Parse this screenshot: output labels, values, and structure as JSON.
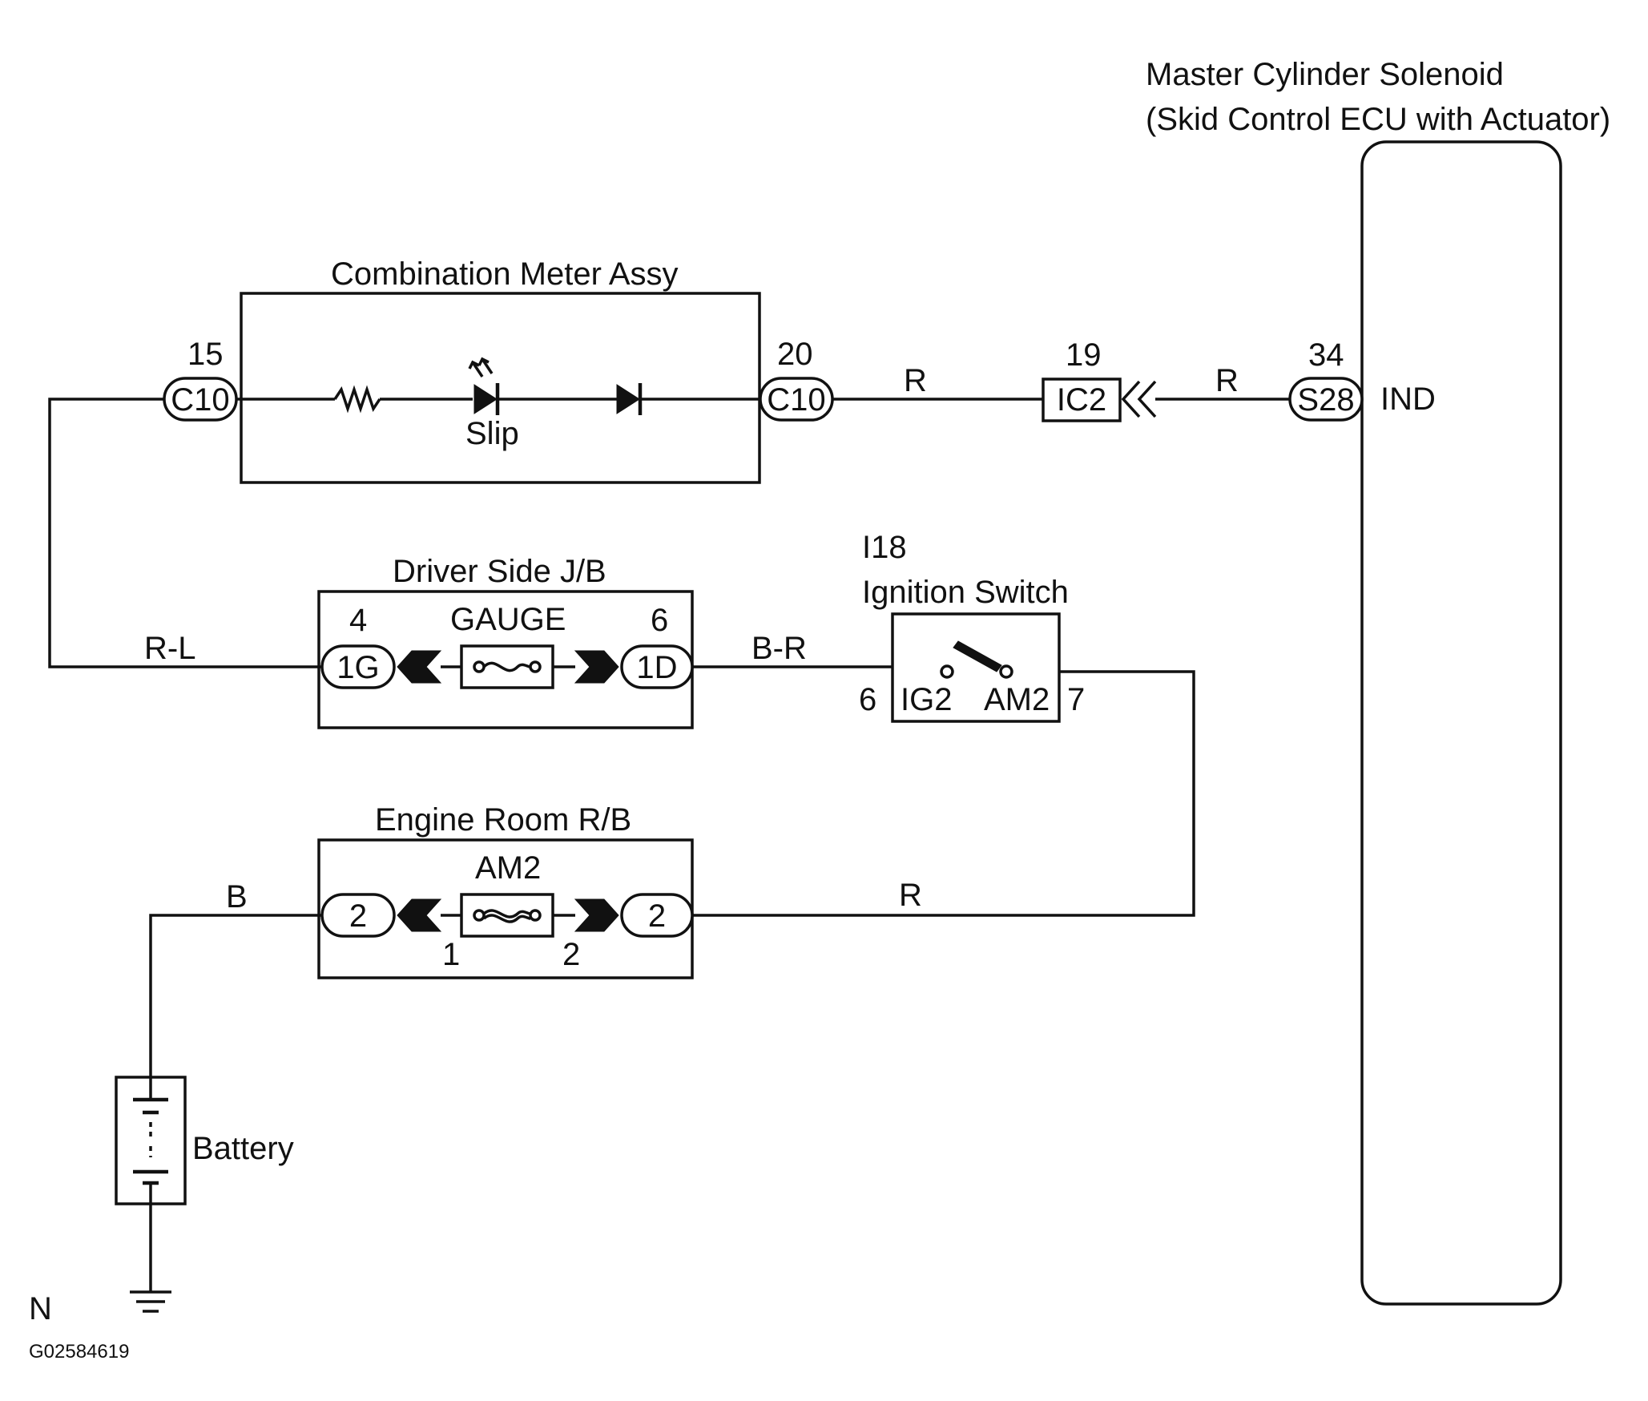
{
  "colors": {
    "ink": "#111111",
    "background": "#ffffff"
  },
  "ecu": {
    "title_line1": "Master Cylinder Solenoid",
    "title_line2": "(Skid Control ECU with Actuator)",
    "pin_label": "IND"
  },
  "combination_meter": {
    "title": "Combination Meter Assy",
    "left_pin_number": "15",
    "left_connector": "C10",
    "right_pin_number": "20",
    "right_connector": "C10",
    "indicator_label": "Slip"
  },
  "wires": {
    "meter_to_ic2": "R",
    "ic2_to_ecu": "R",
    "jb_to_meter": "R-L",
    "jb_to_ignition": "B-R",
    "rb_to_ignition": "R",
    "battery_to_rb": "B"
  },
  "junction_ic2": {
    "pin_number": "19",
    "connector": "IC2"
  },
  "ecu_connector": {
    "pin_number": "34",
    "connector": "S28"
  },
  "driver_jb": {
    "title": "Driver Side J/B",
    "fuse_label": "GAUGE",
    "left_pin_number": "4",
    "left_connector": "1G",
    "right_pin_number": "6",
    "right_connector": "1D"
  },
  "ignition_switch": {
    "id": "I18",
    "title": "Ignition Switch",
    "left_pin_number": "6",
    "left_terminal": "IG2",
    "right_terminal": "AM2",
    "right_pin_number": "7"
  },
  "engine_rb": {
    "title": "Engine Room R/B",
    "fuse_label": "AM2",
    "left_connector": "2",
    "right_connector": "2",
    "fuse_pin_left": "1",
    "fuse_pin_right": "2"
  },
  "battery": {
    "label": "Battery"
  },
  "ground": {
    "label": "N"
  },
  "figure_code": "G02584619"
}
